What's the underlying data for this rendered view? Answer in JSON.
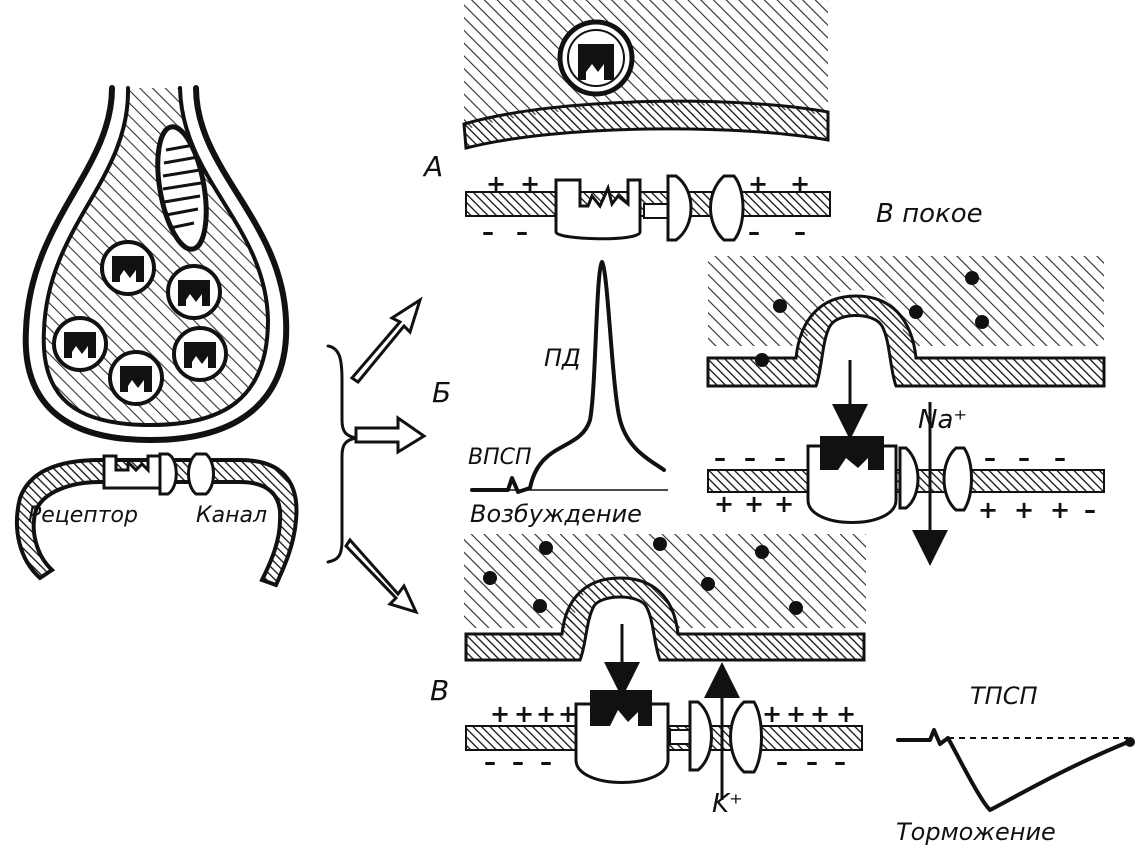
{
  "labels": {
    "panel_a": "А",
    "panel_b": "Б",
    "panel_v": "В",
    "rest": "В покое",
    "pd": "ПД",
    "vpsp": "ВПСП",
    "excitation": "Возбуждение",
    "tpsp": "ТПСП",
    "inhibition": "Торможение",
    "receptor": "Рецептор",
    "channel": "Канал",
    "na_ion": "Na⁺",
    "k_ion": "K⁺",
    "plus": "+",
    "minus": "–"
  },
  "colors": {
    "ink": "#111111",
    "paper": "#ffffff"
  }
}
